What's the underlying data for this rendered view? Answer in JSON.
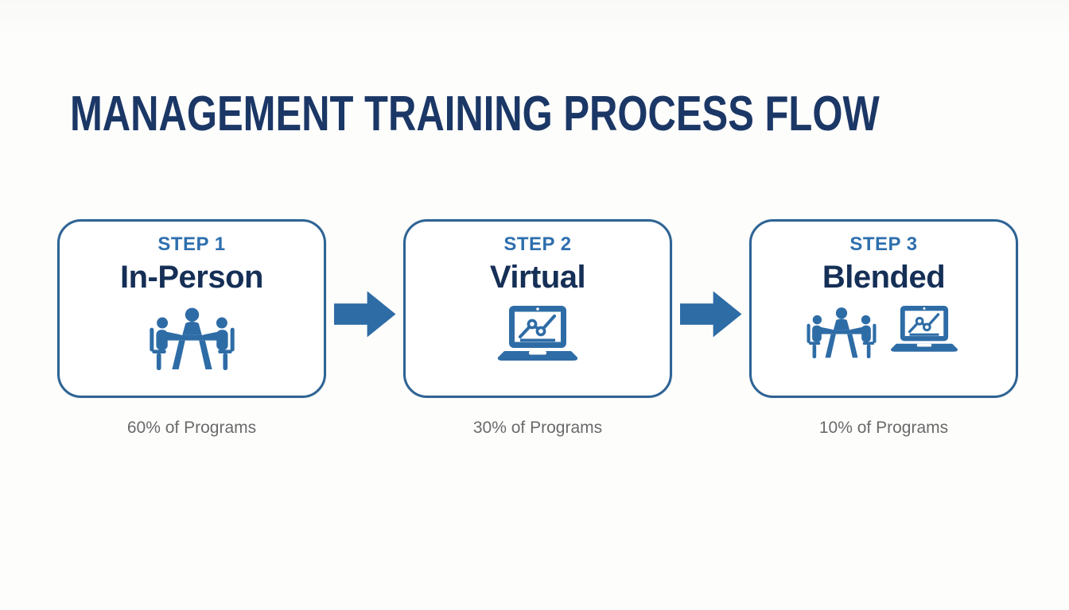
{
  "slide": {
    "title": "MANAGEMENT TRAINING PROCESS FLOW"
  },
  "colors": {
    "title_navy": "#1b3766",
    "step_label_blue": "#2e6fae",
    "step_name_navy": "#152f56",
    "icon_blue": "#2e6ca6",
    "card_border_blue": "#2e6394",
    "caption_gray": "#6a6a6a",
    "background": "#fcfcfa"
  },
  "steps": [
    {
      "label": "STEP 1",
      "name": "In-Person",
      "caption": "60% of Programs",
      "icons": [
        "meeting-icon"
      ]
    },
    {
      "label": "STEP 2",
      "name": "Virtual",
      "caption": "30% of Programs",
      "icons": [
        "laptop-chart-icon"
      ]
    },
    {
      "label": "STEP 3",
      "name": "Blended",
      "caption": "10% of Programs",
      "icons": [
        "meeting-icon",
        "laptop-chart-icon"
      ]
    }
  ],
  "connectors": [
    {
      "icon": "right-arrow-icon"
    },
    {
      "icon": "right-arrow-icon"
    }
  ]
}
